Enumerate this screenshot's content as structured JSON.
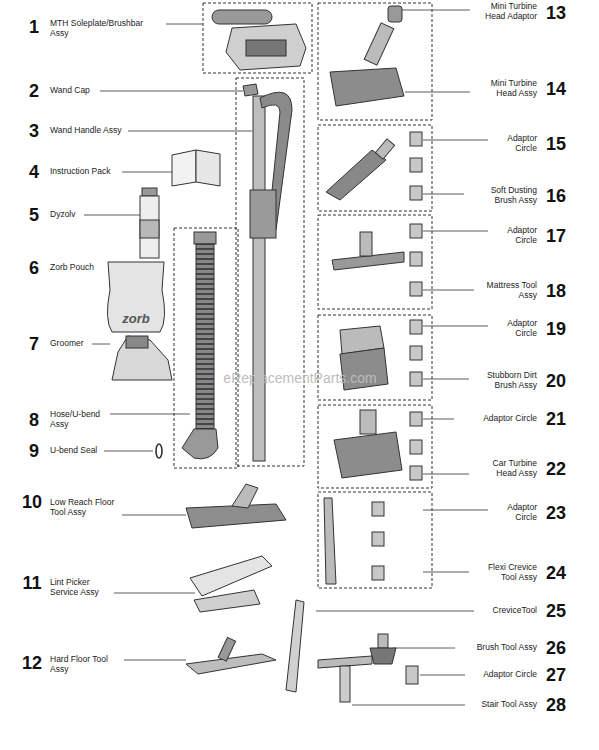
{
  "diagram": {
    "labels": [
      "1",
      "MTH Soleplate/Brushbar Assy",
      "2",
      "Wand Cap",
      "3",
      "Wand Handle Assy",
      "4",
      "Instruction Pack",
      "5",
      "Dyzolv",
      "6",
      "Zorb Pouch",
      "7",
      "Groomer",
      "8",
      "Hose/U-bend Assy",
      "9",
      "U-bend Seal",
      "10",
      "Low Reach Floor Tool Assy",
      "11",
      "Lint Picker Service Assy",
      "12",
      "Hard Floor Tool Assy",
      "Mini Turbine Head Adaptor",
      "13",
      "Mini Turbine Head Assy",
      "14",
      "Adaptor Circle",
      "15",
      "Soft Dusting Brush Assy",
      "16",
      "Adaptor Circle",
      "17",
      "Mattress Tool Assy",
      "18",
      "Adaptor Circle",
      "19",
      "Stubborn Dirt Brush Assy",
      "20",
      "Adaptor Circle",
      "21",
      "Car Turbine Head Assy",
      "22",
      "Adaptor Circle",
      "23",
      "Flexi Crevice Tool Assy",
      "24",
      "CreviceTool",
      "25",
      "Brush Tool Assy",
      "26",
      "Adaptor Circle",
      "27",
      "Stair Tool Assy",
      "28",
      "zorb",
      "eReplacementParts.com"
    ]
  }
}
